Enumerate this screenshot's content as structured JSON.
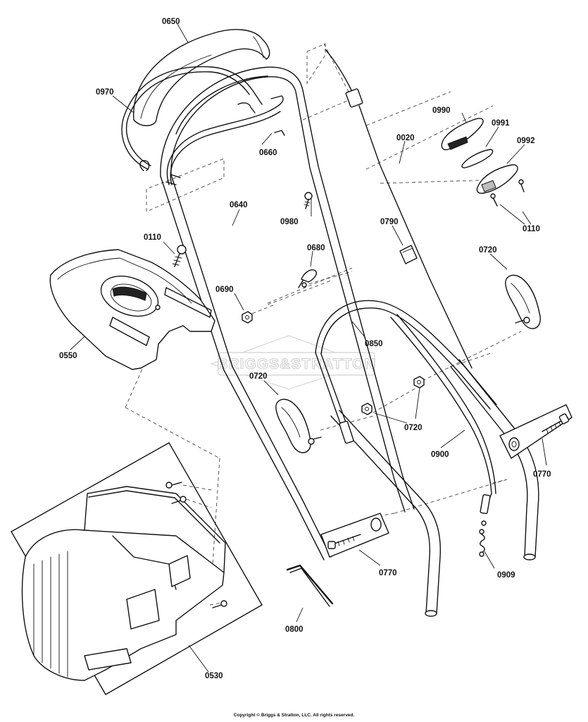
{
  "labels": {
    "p0650": "0650",
    "p0970": "0970",
    "p0660": "0660",
    "p0640": "0640",
    "p0020": "0020",
    "p0990": "0990",
    "p0991": "0991",
    "p0992": "0992",
    "p0110_right": "0110",
    "p0110_left": "0110",
    "p0980": "0980",
    "p0790": "0790",
    "p0680": "0680",
    "p0690": "0690",
    "p0720_right": "0720",
    "p0550": "0550",
    "p0850": "0850",
    "p0720_left": "0720",
    "p0720_mid": "0720",
    "p0900": "0900",
    "p0770_right": "0770",
    "p0770_mid": "0770",
    "p0909": "0909",
    "p0800": "0800",
    "p0530": "0530"
  },
  "watermark": "BRIGGS&STRATTON",
  "copyright": "Copyright © Briggs & Stratton, LLC. All rights reserved."
}
